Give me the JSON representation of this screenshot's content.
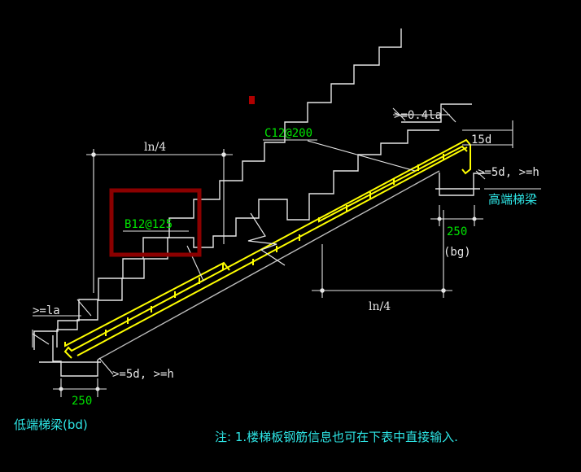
{
  "labels": {
    "low_dim_la": ">=la",
    "top_ln4": "ln/4",
    "bottom_ln4": "ln/4",
    "bar_b": "B12@125",
    "bar_c": "C12@200",
    "high_dim_04la": ">=0.4la",
    "high_dim_15d": "15d",
    "high_dim_5d": ">=5d, >=h",
    "low_dim_5d": ">=5d, >=h",
    "high_width": "250",
    "low_width": "250",
    "high_bg": "(bg)",
    "high_beam": "高端梯梁",
    "low_beam": "低端梯梁(bd)",
    "note": "注: 1.楼梯板钢筋信息也可在下表中直接输入."
  },
  "colors": {
    "background": "#000000",
    "line_white": "#e6e6e6",
    "line_grey": "#bcbcbc",
    "rebar_yellow": "#ffff00",
    "text_green": "#00e600",
    "text_cyan": "#2ee6e6",
    "highlight_red": "#8b0000",
    "marker_red": "#b00000"
  }
}
